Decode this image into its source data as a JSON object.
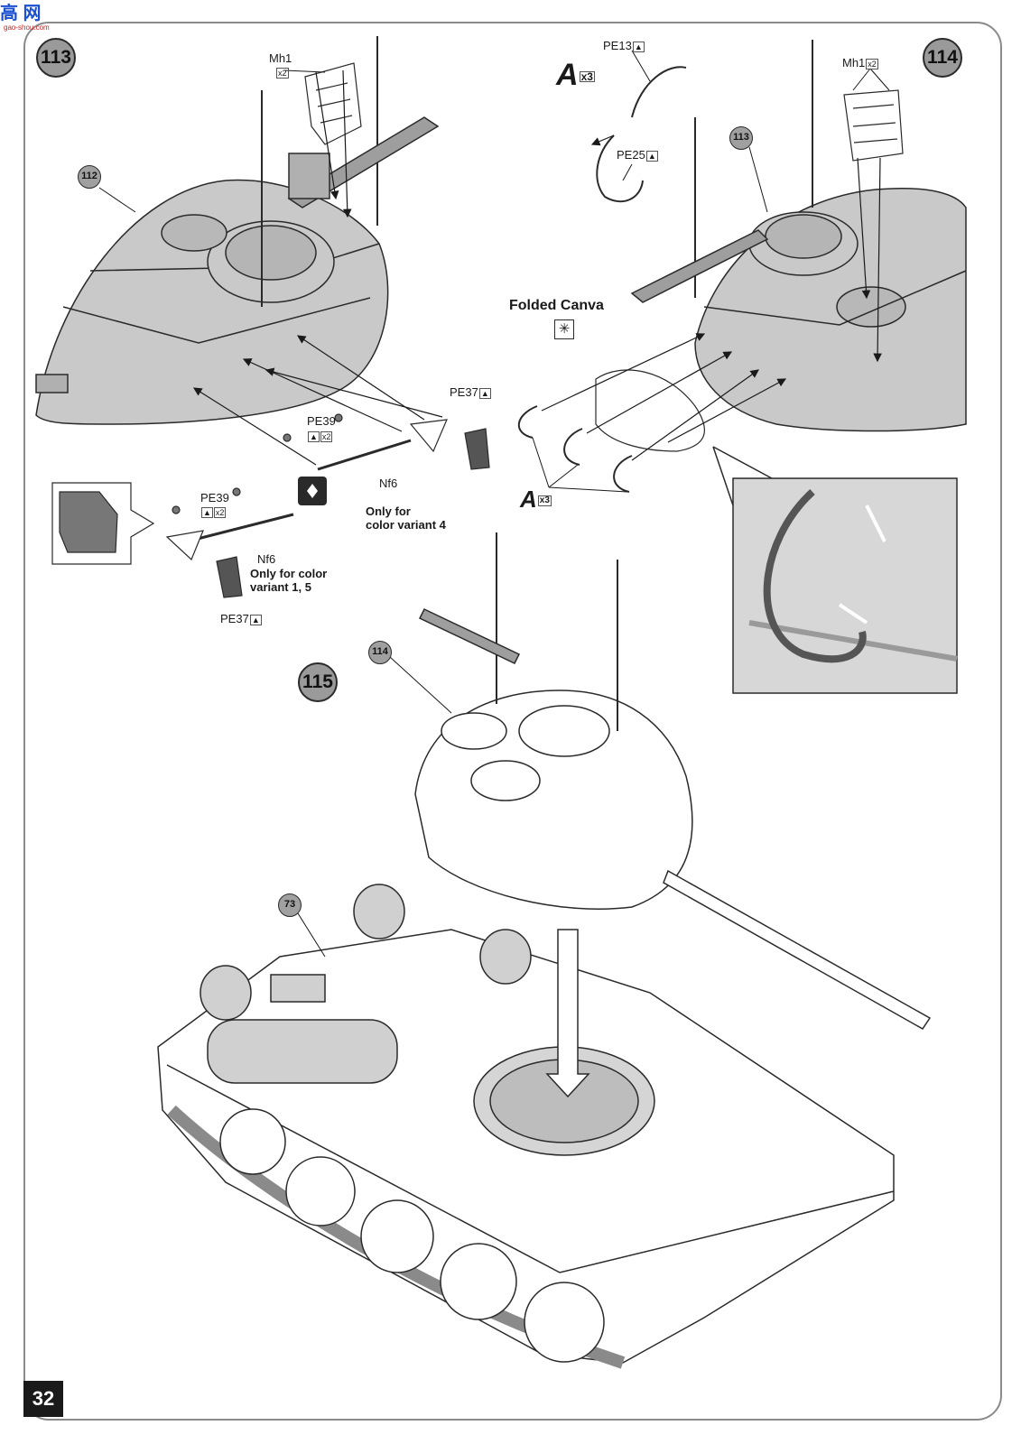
{
  "header": {
    "site_logo_text": "高 网",
    "site_logo_url_text": "gao-shou.com"
  },
  "page": {
    "number": "32"
  },
  "steps": {
    "s113": "113",
    "s114": "114",
    "s115": "115"
  },
  "refs": {
    "r112": "112",
    "r113": "113",
    "r114": "114",
    "r73": "73"
  },
  "parts": {
    "mh1_left": "Mh1",
    "mh1_left_qty": "x2",
    "mh1_right": "Mh1",
    "mh1_right_qty": "x2",
    "pe13": "PE13",
    "pe25": "PE25",
    "pe37_top": "PE37",
    "pe39_top": "PE39",
    "pe39_top_qty": "x2",
    "nf6_top": "Nf6",
    "pe39_bottom": "PE39",
    "pe39_bottom_qty": "x2",
    "nf6_bottom": "Nf6",
    "pe37_bottom": "PE37"
  },
  "assembly": {
    "a_top": "A",
    "a_top_qty": "x3",
    "a_bottom": "A",
    "a_bottom_qty": "x3"
  },
  "notes": {
    "folded_canva": "Folded Canva",
    "variant4_line1": "Only for",
    "variant4_line2": "color variant 4",
    "variant15_line1": "Only for color",
    "variant15_line2": "variant 1, 5"
  },
  "colors": {
    "part_gray": "#c9c9c9",
    "outline": "#2a2a2a",
    "step_circle": "#9a9a9a",
    "detail_panel": "#d7d7d7"
  }
}
